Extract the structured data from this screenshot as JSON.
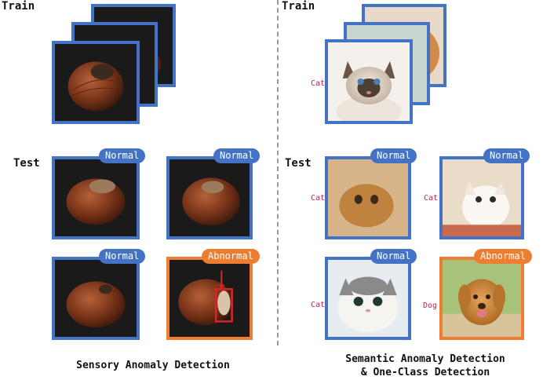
{
  "left": {
    "train_label": "Train",
    "test_label": "Test",
    "caption": "Sensory Anomaly Detection",
    "tests": [
      {
        "badge": "Normal"
      },
      {
        "badge": "Normal"
      },
      {
        "badge": "Normal"
      },
      {
        "badge": "Abnormal"
      }
    ]
  },
  "right": {
    "train_label": "Train",
    "test_label": "Test",
    "caption": "Semantic Anomaly Detection\n& One-Class Detection",
    "train_class": "Cat",
    "tests": [
      {
        "badge": "Normal",
        "class": "Cat"
      },
      {
        "badge": "Normal",
        "class": "Cat"
      },
      {
        "badge": "Normal",
        "class": "Cat"
      },
      {
        "badge": "Abnormal",
        "class": "Dog"
      }
    ]
  },
  "colors": {
    "normal": "#4472c4",
    "abnormal": "#ed7d31",
    "class_label": "#c0224a",
    "defect_box": "#d62728"
  }
}
